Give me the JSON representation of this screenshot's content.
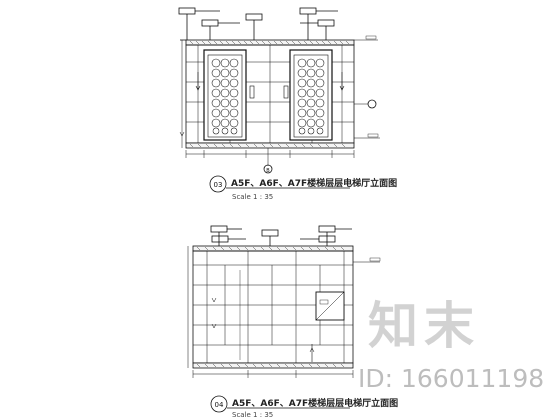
{
  "elevation_top": {
    "tag": "03",
    "title": "A5F、A6F、A7F楼梯层层电梯厅立面图",
    "scale": "Scale 1 : 35",
    "section_mark": "B"
  },
  "elevation_bottom": {
    "tag": "04",
    "title": "A5F、A6F、A7F楼梯层层电梯厅立面图",
    "scale": "Scale 1 : 35"
  },
  "watermark": {
    "logo_text": "知末",
    "id_text": "ID: 166011198"
  }
}
